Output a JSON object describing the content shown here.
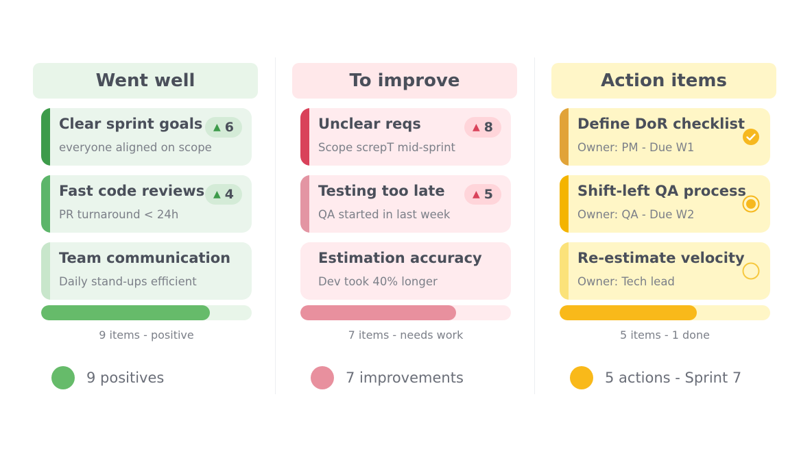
{
  "colors": {
    "green": "#4f9d5a",
    "green_header": "#e8f5e9",
    "green_card": "#eaf5ec",
    "red": "#d9425a",
    "red_header": "#ffe8ea",
    "red_card": "#ffebee",
    "yellow": "#f4b400",
    "yellow_header": "#fff6c8",
    "yellow_card": "#fff6c6"
  },
  "columns": [
    {
      "key": "went-well",
      "header": "Went well",
      "cards": [
        {
          "title": "Clear sprint goals",
          "subtitle": "everyone aligned on scope",
          "badge": "6",
          "accent": "#3d9b4a"
        },
        {
          "title": "Fast code reviews",
          "subtitle": "PR turnaround < 24h",
          "badge": "4",
          "accent": "#5cb56a"
        },
        {
          "title": "Team communication",
          "subtitle": "Daily stand-ups efficient",
          "accent": "#c8e6cb"
        }
      ],
      "progress": 0.8,
      "progress_label": "9 items - positive",
      "legend": "9 positives"
    },
    {
      "key": "to-improve",
      "header": "To improve",
      "cards": [
        {
          "title": "Unclear reqs",
          "subtitle": "Scope screpT mid-sprint",
          "badge": "8",
          "accent": "#d9425a"
        },
        {
          "title": "Testing too late",
          "subtitle": "QA started in last week",
          "badge": "5",
          "accent": "#e395a3"
        },
        {
          "title": "Estimation accuracy",
          "subtitle": "Dev took 40% longer",
          "accent": "#ffebee"
        }
      ],
      "progress": 0.74,
      "progress_label": "7 items - needs work",
      "legend": "7 improvements"
    },
    {
      "key": "action-items",
      "header": "Action items",
      "cards": [
        {
          "title": "Define DoR checklist",
          "subtitle": "Owner: PM - Due W1",
          "status": "done",
          "accent": "#e1a338"
        },
        {
          "title": "Shift-left QA process",
          "subtitle": "Owner: QA - Due W2",
          "status": "in-progress",
          "accent": "#f4b400"
        },
        {
          "title": "Re-estimate velocity",
          "subtitle": "Owner: Tech lead",
          "status": "todo",
          "accent": "#fbe27a"
        }
      ],
      "progress": 0.65,
      "progress_label": "5 items - 1 done",
      "legend": "5 actions - Sprint 7"
    }
  ]
}
